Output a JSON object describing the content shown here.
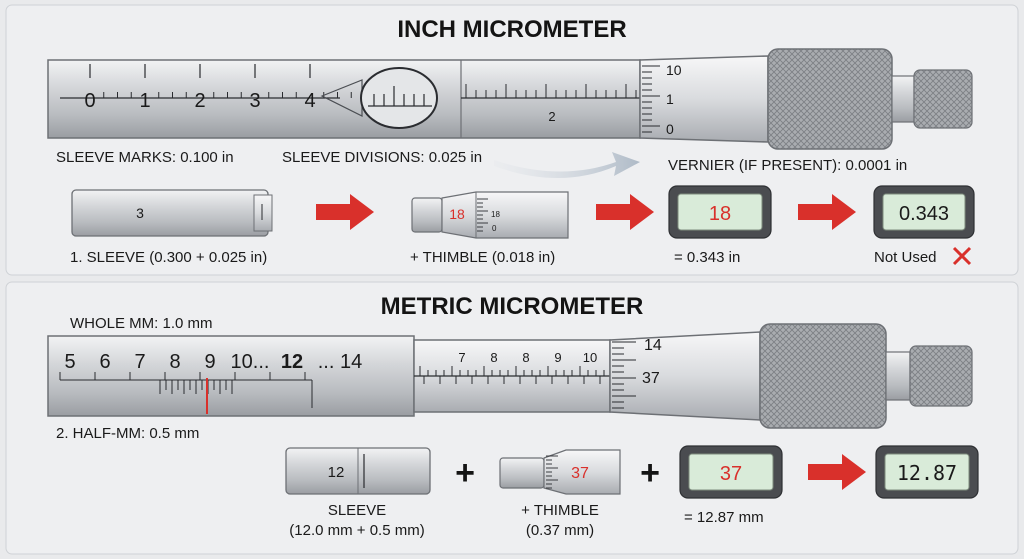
{
  "inch": {
    "title": "INCH MICROMETER",
    "sleeve_numbers": [
      "0",
      "1",
      "2",
      "3",
      "4"
    ],
    "mid_scale_number": "2",
    "thimble_scale": [
      "10",
      "1",
      "0"
    ],
    "label_sleeve_marks": "SLEEVE MARKS: 0.100 in",
    "label_sleeve_divisions": "SLEEVE DIVISIONS: 0.025 in",
    "label_vernier": "VERNIER (IF PRESENT): 0.0001 in",
    "step1_value": "3",
    "step1_label": "1. SLEEVE (0.300 + 0.025 in)",
    "step2_value": "18",
    "step2_small_top": "18",
    "step2_small_bottom": "0",
    "step2_label": "+ THIMBLE (0.018 in)",
    "display1_value": "18",
    "display1_label": "= 0.343 in",
    "display2_value": "0.343",
    "display2_label": "Not Used"
  },
  "metric": {
    "title": "METRIC MICROMETER",
    "label_whole_mm": "WHOLE MM: 1.0 mm",
    "sleeve_numbers": [
      "5",
      "6",
      "7",
      "8",
      "9",
      "10...",
      "12",
      "... 14"
    ],
    "mid_scale_numbers": [
      "7",
      "8",
      "8",
      "9",
      "10"
    ],
    "thimble_scale": [
      "14",
      "37"
    ],
    "label_half_mm": "2. HALF-MM: 0.5 mm",
    "step1_value": "12",
    "step1_label_line1": "SLEEVE",
    "step1_label_line2": "(12.0 mm + 0.5 mm)",
    "plus": "+",
    "step2_value": "37",
    "step2_label_line1": "+ THIMBLE",
    "step2_label_line2": "(0.37 mm)",
    "display1_value": "37",
    "display1_label": "= 12.87 mm",
    "display2_value": "12.87"
  },
  "colors": {
    "accent_red": "#d9302b",
    "lcd_green": "#d9ebd9",
    "steel": "#c9cbce"
  }
}
